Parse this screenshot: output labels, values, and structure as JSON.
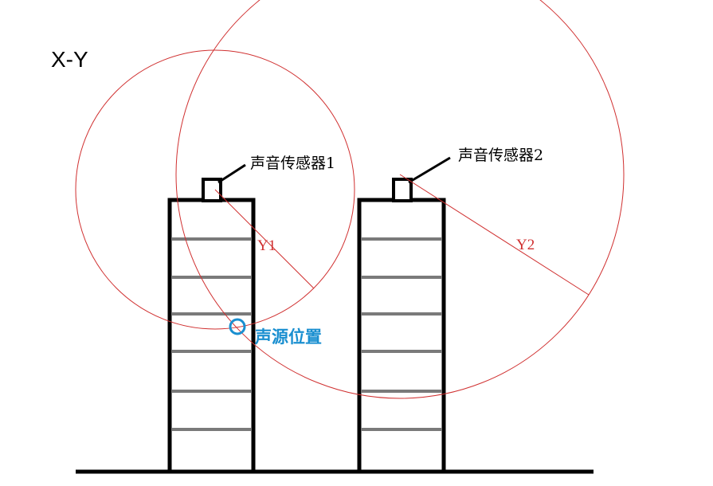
{
  "title": "X-Y",
  "sensor1_label": "声音传感器1",
  "sensor2_label": "声音传感器2",
  "radius1_label": "Y1",
  "radius2_label": "Y2",
  "source_label": "声源位置",
  "colors": {
    "structure": "#000000",
    "floor_slab": "#7a7a7a",
    "circle": "#d03030",
    "source": "#1a8fd0"
  }
}
